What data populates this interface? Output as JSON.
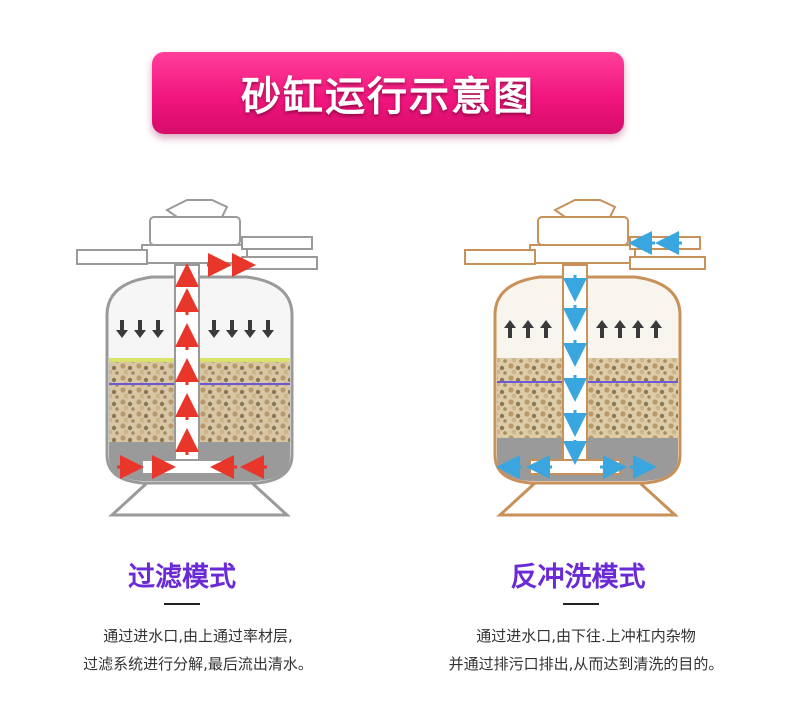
{
  "header": {
    "title": "砂缸运行示意图"
  },
  "colors": {
    "banner": "#f2167e",
    "mode_title": "#6a2ad6",
    "filter_outline": "#9a9a9a",
    "backwash_outline": "#c8915a",
    "filter_arrow": "#e8362a",
    "backwash_arrow": "#3aa6e0",
    "down_arrow": "#3a3a3a"
  },
  "modes": [
    {
      "title": "过滤模式",
      "desc_lines": [
        "通过进水口,由上通过率材层,",
        "过滤系统进行分解,最后流出清水。"
      ]
    },
    {
      "title": "反冲洗模式",
      "desc_lines": [
        "通过进水口,由下往.上冲杠内杂物",
        "并通过排污口排出,从而达到清洗的目的。"
      ]
    }
  ]
}
